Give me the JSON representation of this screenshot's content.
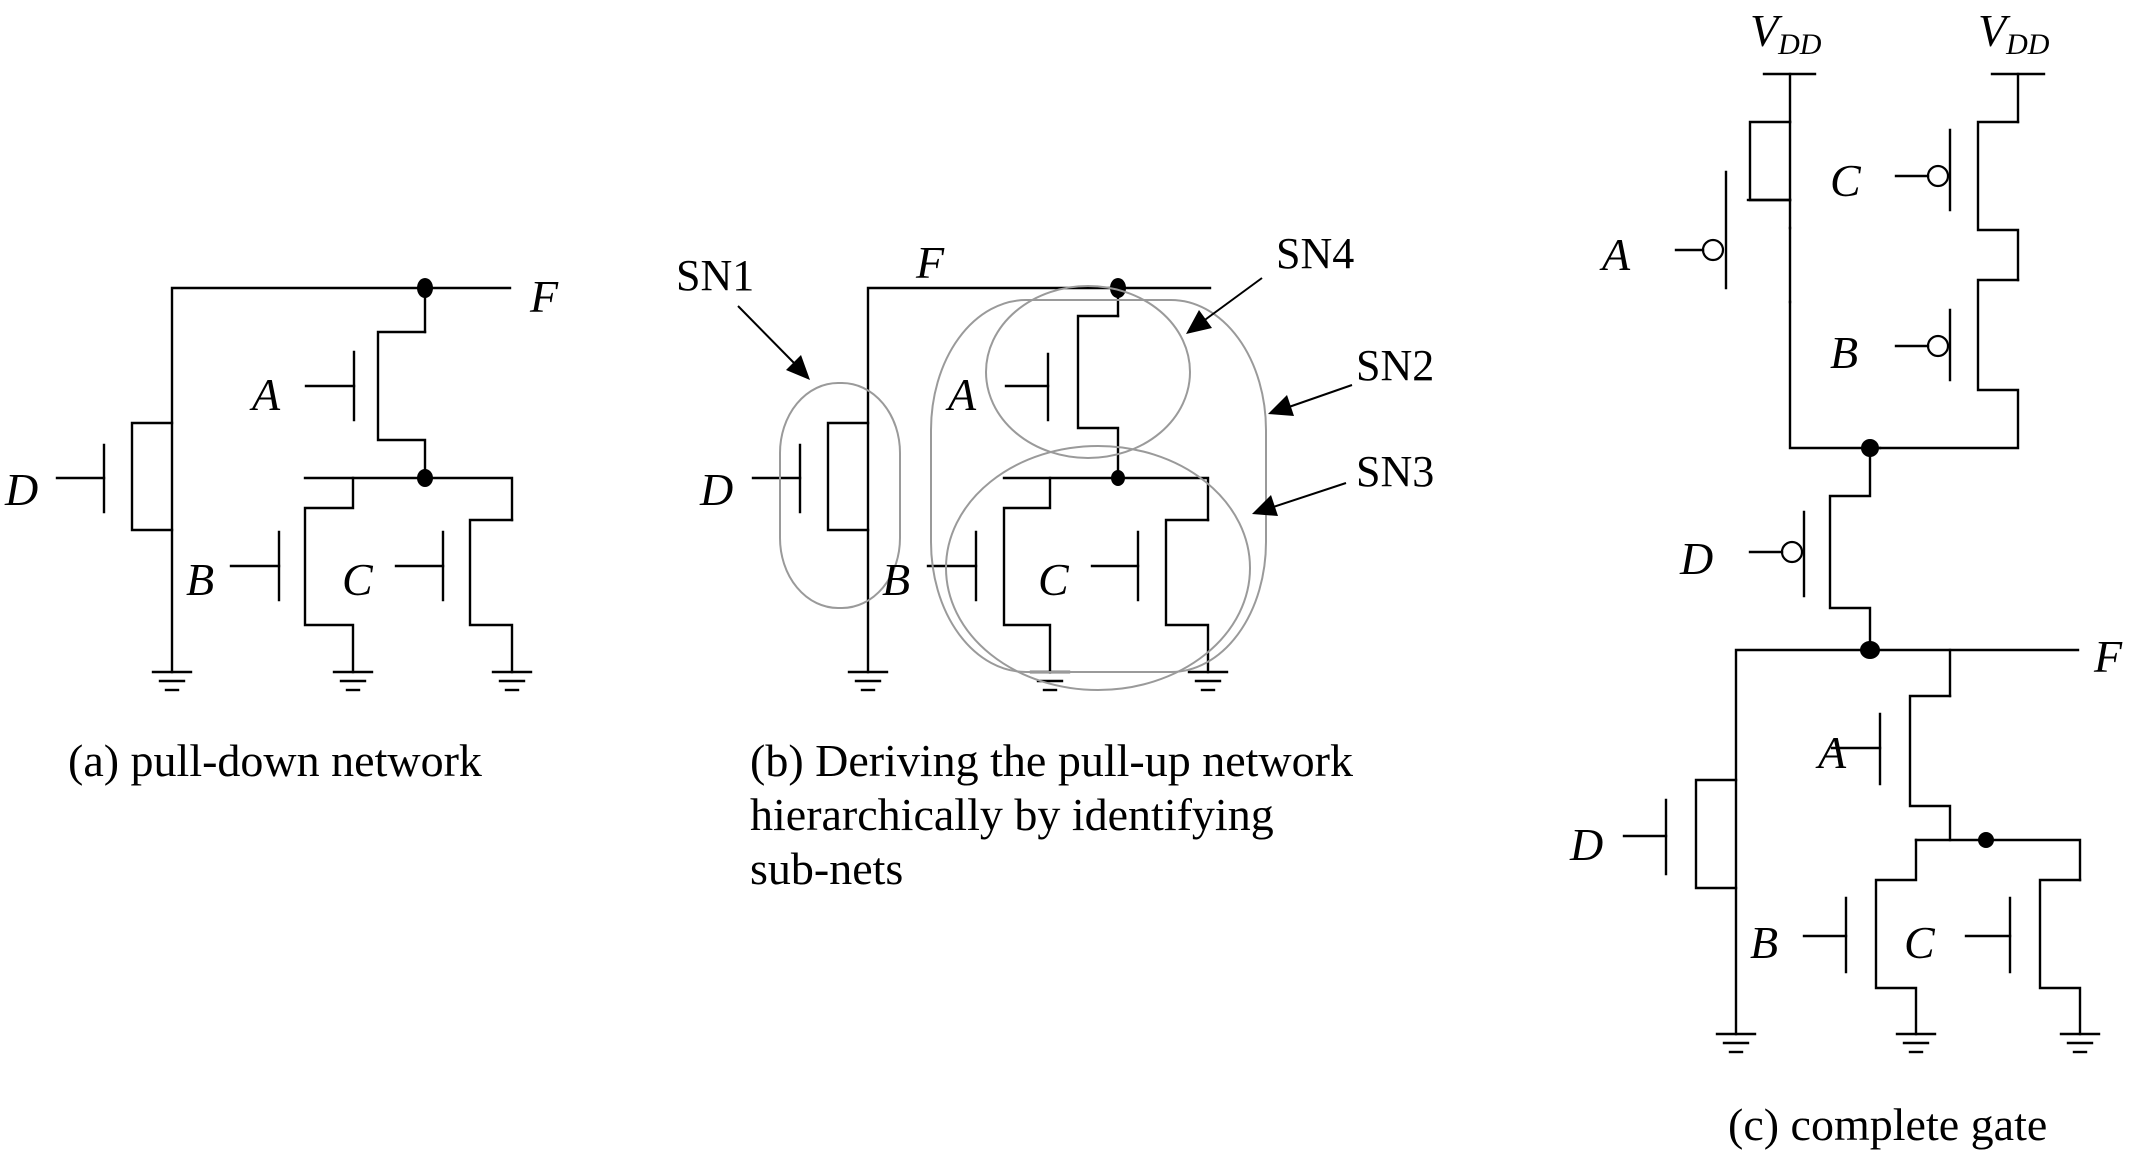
{
  "captions": {
    "a": "(a) pull-down network",
    "b_line1": "(b) Deriving the pull-up network",
    "b_line2": "hierarchically by identifying",
    "b_line3": "sub-nets",
    "c": "(c) complete gate"
  },
  "signals": {
    "output": "F",
    "a": "A",
    "b": "B",
    "c": "C",
    "d": "D"
  },
  "supply": {
    "v": "V",
    "sub": "DD"
  },
  "subnets": {
    "sn1": "SN1",
    "sn2": "SN2",
    "sn3": "SN3",
    "sn4": "SN4"
  }
}
